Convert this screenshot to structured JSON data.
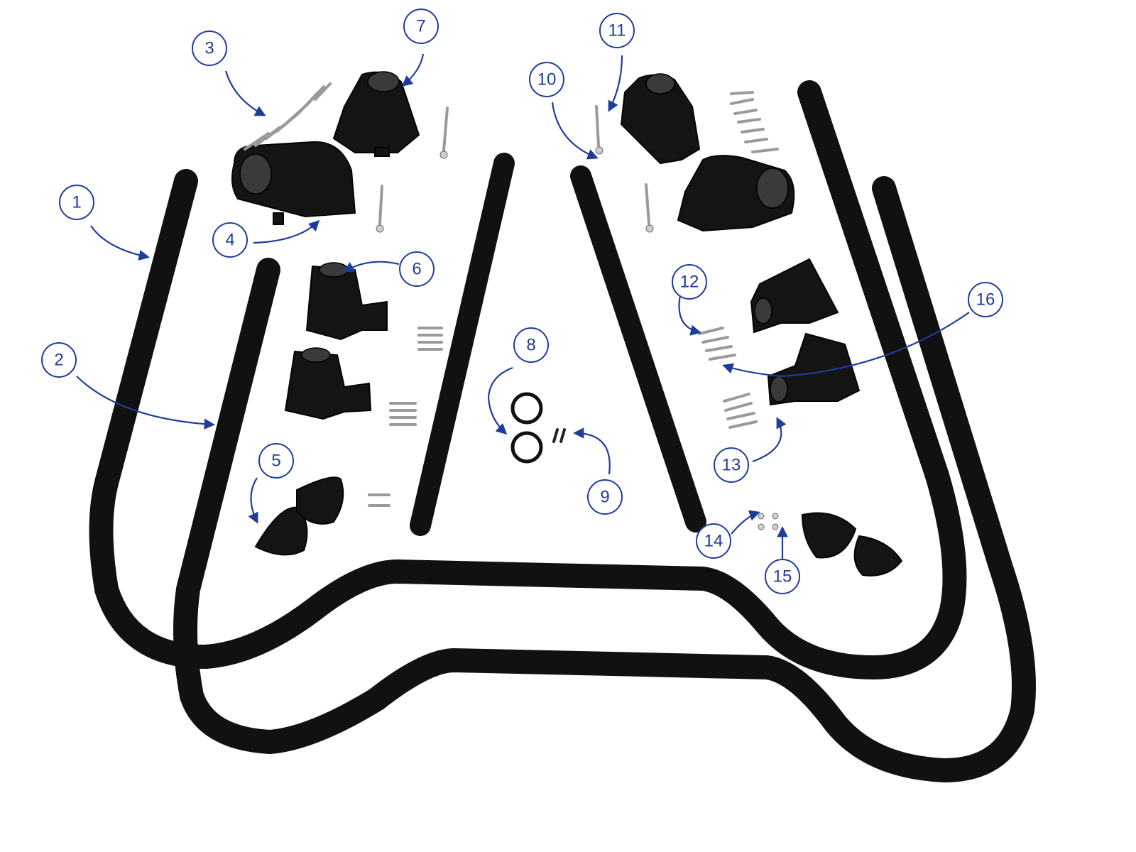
{
  "colors": {
    "callout": "#1e3c9a",
    "tube": "#111111",
    "background": "#ffffff"
  },
  "callouts": [
    {
      "label": "1"
    },
    {
      "label": "2"
    },
    {
      "label": "3"
    },
    {
      "label": "4"
    },
    {
      "label": "5"
    },
    {
      "label": "6"
    },
    {
      "label": "7"
    },
    {
      "label": "8"
    },
    {
      "label": "9"
    },
    {
      "label": "10"
    },
    {
      "label": "11"
    },
    {
      "label": "12"
    },
    {
      "label": "13"
    },
    {
      "label": "14"
    },
    {
      "label": "15"
    },
    {
      "label": "16"
    }
  ]
}
